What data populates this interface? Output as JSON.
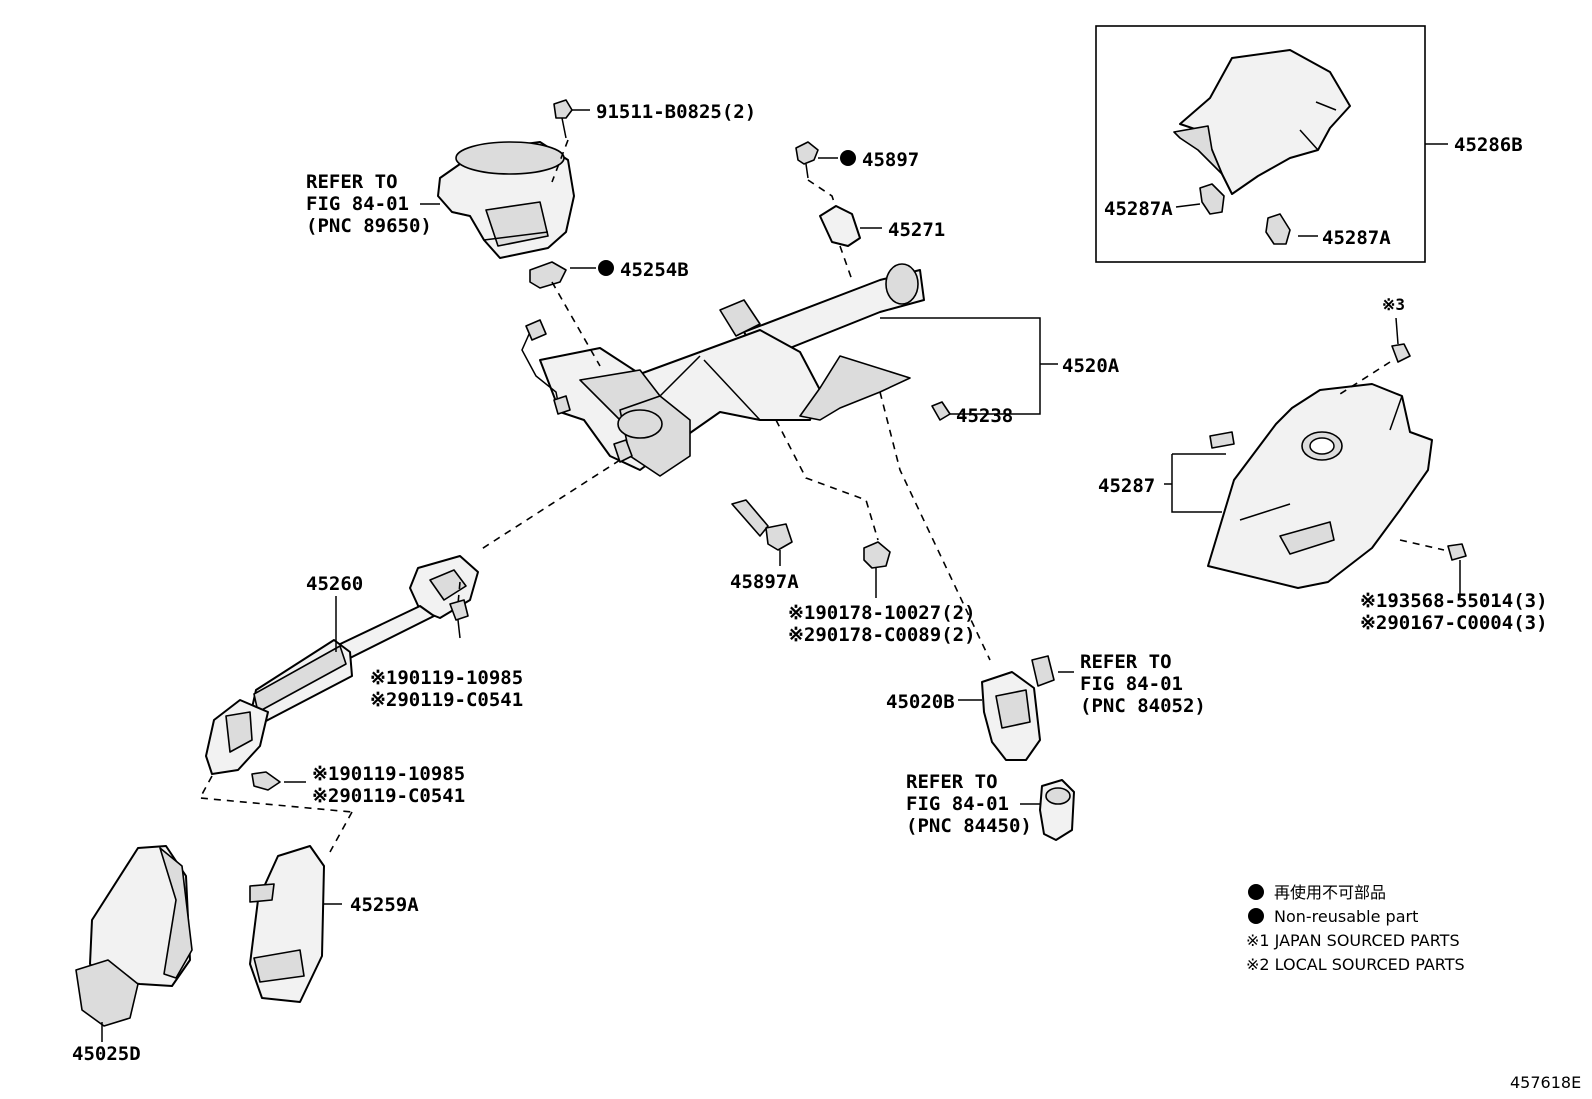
{
  "labels": {
    "p91511": "91511-B0825(2)",
    "refer_a_1": "REFER TO",
    "refer_a_2": "FIG 84-01",
    "refer_a_3": "(PNC 89650)",
    "p45254b": "45254B",
    "p45897": "45897",
    "p45271": "45271",
    "p4520a": "4520A",
    "p45238": "45238",
    "p45286b": "45286B",
    "p45287a_left": "45287A",
    "p45287a_right": "45287A",
    "p45287": "45287",
    "mark3": "※3",
    "p93568": "※193568-55014(3)",
    "p90167": "※290167-C0004(3)",
    "p45260": "45260",
    "p45897a": "45897A",
    "p90178_1": "※190178-10027(2)",
    "p90178_2": "※290178-C0089(2)",
    "p90119_a1": "※190119-10985",
    "p90119_a2": "※290119-C0541",
    "p90119_b1": "※190119-10985",
    "p90119_b2": "※290119-C0541",
    "p45020b": "45020B",
    "refer_b_1": "REFER TO",
    "refer_b_2": "FIG 84-01",
    "refer_b_3": "(PNC 84052)",
    "refer_c_1": "REFER TO",
    "refer_c_2": "FIG 84-01",
    "refer_c_3": "(PNC 84450)",
    "p45259a": "45259A",
    "p45025d": "45025D",
    "figure_id": "457618E"
  },
  "legend": {
    "non_reusable_jp": "再使用不可部品",
    "non_reusable_en": "Non-reusable part",
    "japan_sourced": "※1 JAPAN SOURCED PARTS",
    "local_sourced": "※2 LOCAL SOURCED PARTS"
  }
}
